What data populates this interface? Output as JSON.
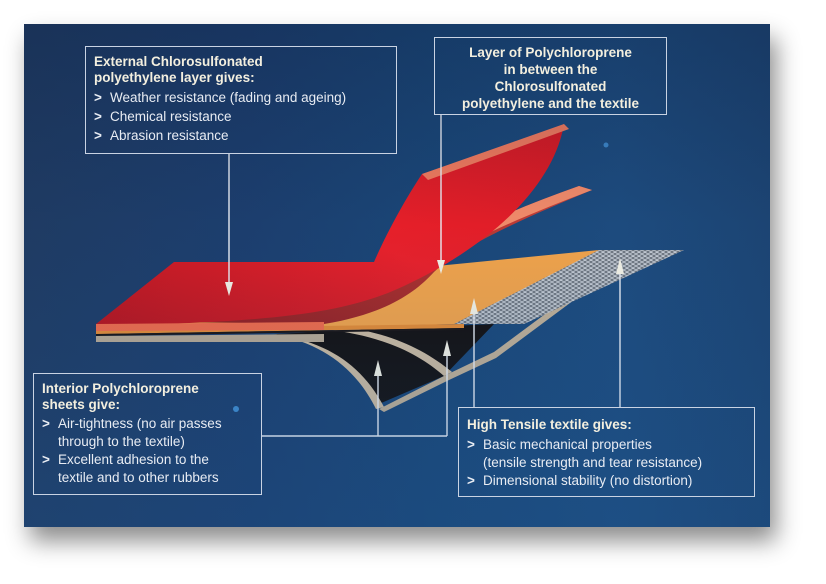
{
  "diagram": {
    "type": "layered material cross-section",
    "colors": {
      "background": "#1c4275",
      "outer_layer_red": "#e8202a",
      "middle_layer_red": "#c02a2a",
      "orange_layer": "#f0a24a",
      "textile_mesh": "#9aa3ad",
      "black_base": "#141010",
      "beige_edge": "#cbb9a0",
      "callout_border": "#c9d3e3"
    },
    "callouts": {
      "external": {
        "title_line1": "External Chlorosulfonated",
        "title_line2": "polyethylene layer gives:",
        "marker": ">",
        "items": [
          "Weather resistance (fading and ageing)",
          "Chemical resistance",
          "Abrasion resistance"
        ]
      },
      "middle": {
        "line1": "Layer of Polychloroprene",
        "line2": "in between the",
        "line3": "Chlorosulfonated",
        "line4": "polyethylene and the textile"
      },
      "interior": {
        "title_line1": "Interior Polychloroprene",
        "title_line2": "sheets give:",
        "marker": ">",
        "items": [
          {
            "line1": "Air-tightness (no air passes",
            "line2": "through to the textile)"
          },
          {
            "line1": "Excellent adhesion to the",
            "line2": "textile and to other rubbers"
          }
        ]
      },
      "textile": {
        "title": "High Tensile textile gives:",
        "marker": ">",
        "items": [
          {
            "line1": "Basic mechanical properties",
            "line2": "(tensile strength and tear resistance)"
          },
          {
            "line1": "Dimensional stability (no distortion)"
          }
        ]
      }
    }
  }
}
